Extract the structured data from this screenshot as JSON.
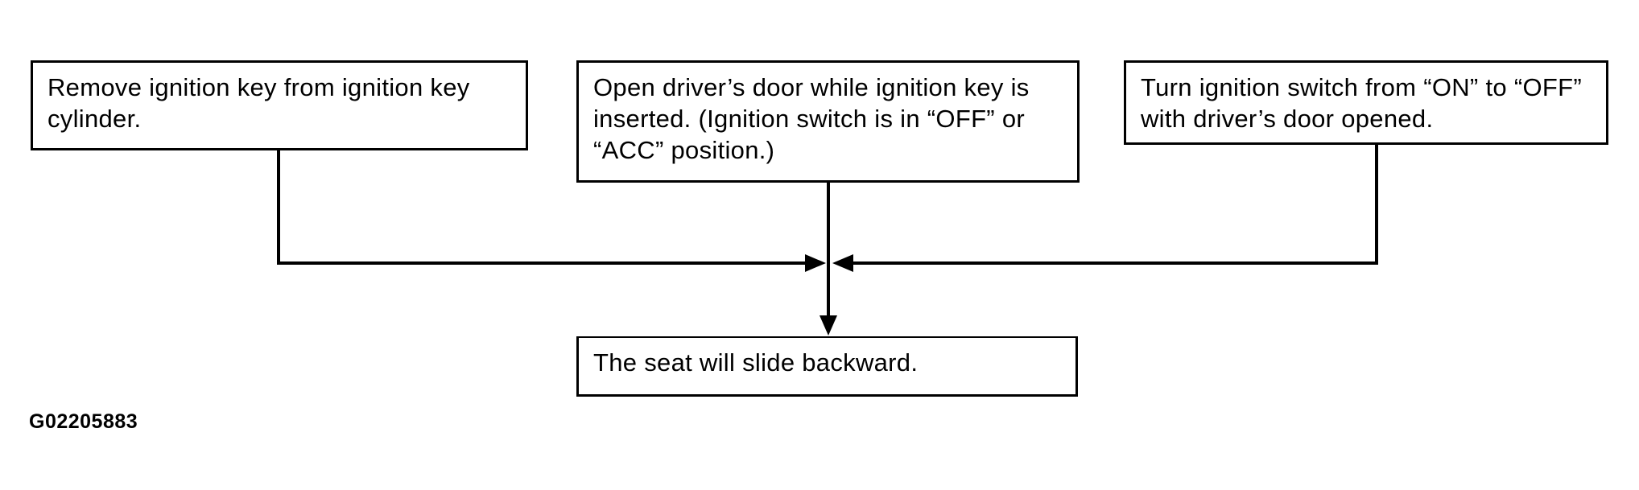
{
  "page": {
    "background": "#ffffff"
  },
  "diagram": {
    "type": "flowchart",
    "figure_id": "G02205883",
    "colors": {
      "line": "#000000",
      "text": "#000000",
      "box_background": "#ffffff"
    },
    "nodes": [
      {
        "id": "remove-ignition-key",
        "text": "Remove ignition key from ignition key cylinder."
      },
      {
        "id": "open-drivers-door",
        "text": "Open driver’s door while ignition key is inserted. (Ignition switch is in “OFF” or “ACC” position.)"
      },
      {
        "id": "turn-ignition-switch",
        "text": "Turn ignition switch from “ON” to “OFF” with driver’s door opened."
      },
      {
        "id": "seat-slides-backward",
        "text": "The seat will slide backward."
      }
    ],
    "edges": [
      {
        "from": "remove-ignition-key",
        "to": "seat-slides-backward"
      },
      {
        "from": "open-drivers-door",
        "to": "seat-slides-backward"
      },
      {
        "from": "turn-ignition-switch",
        "to": "seat-slides-backward"
      }
    ]
  }
}
